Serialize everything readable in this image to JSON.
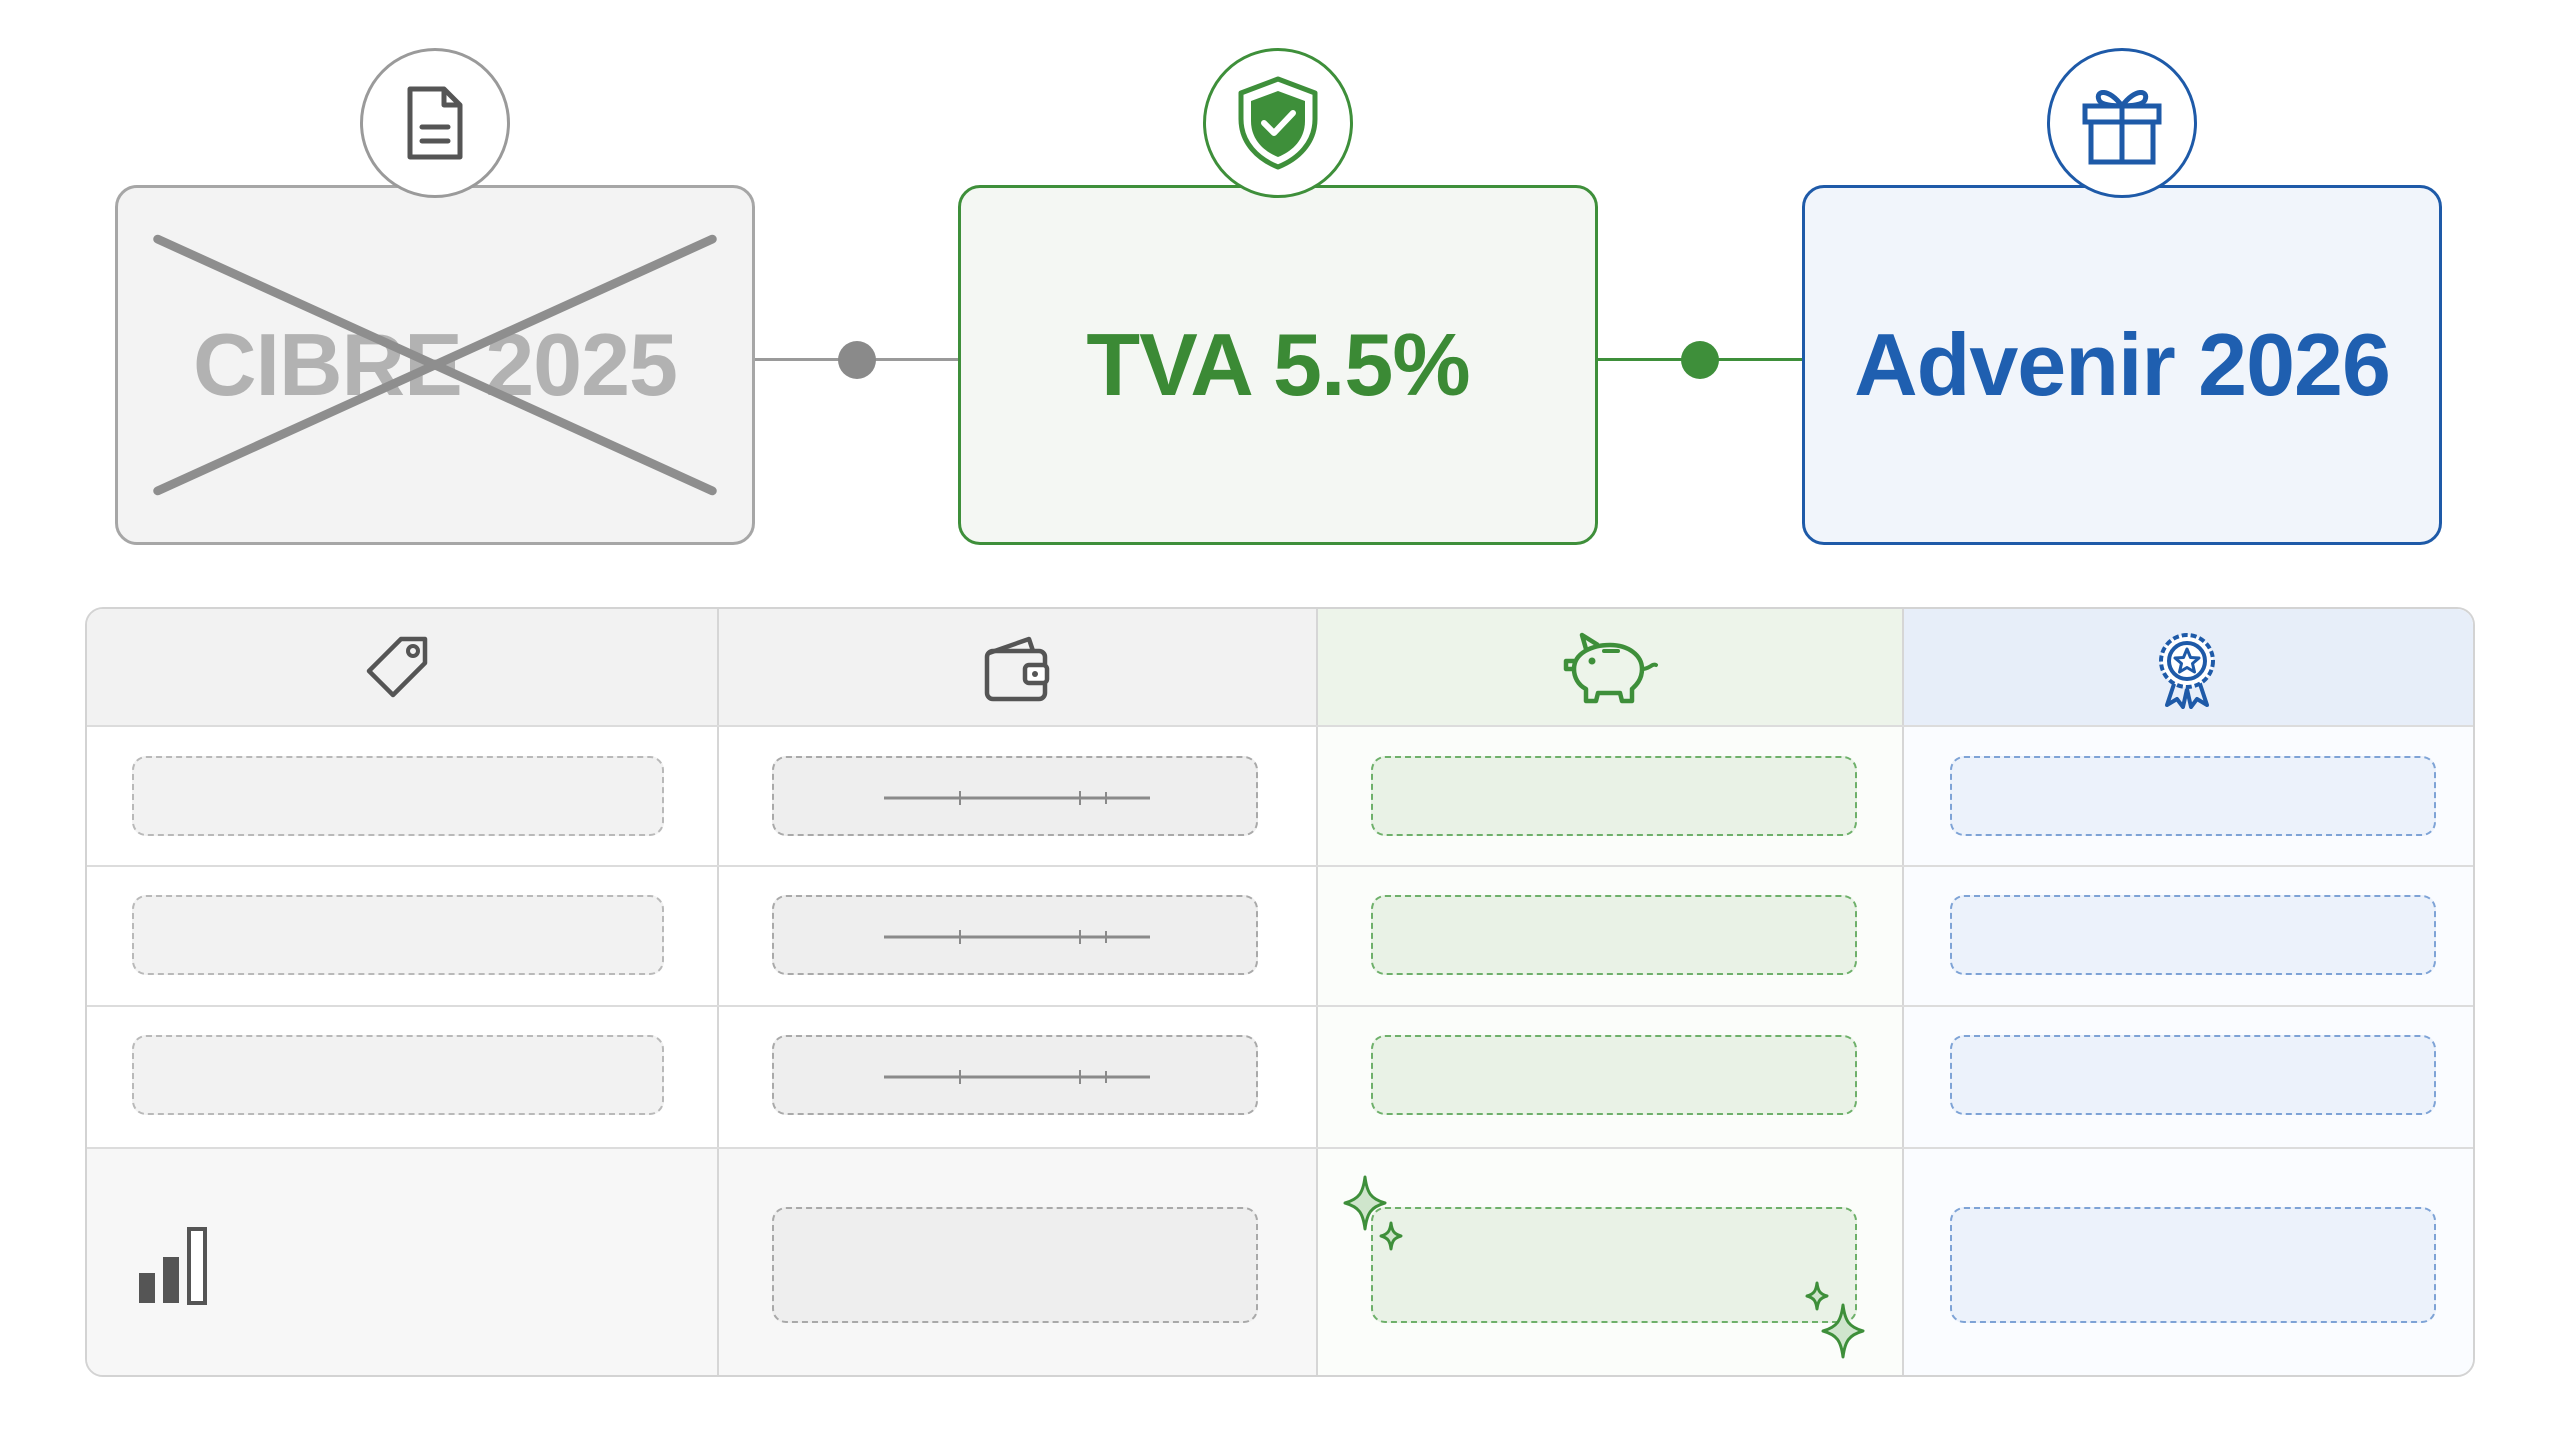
{
  "flow": {
    "steps": [
      {
        "label": "CIBRE 2025",
        "status": "crossed-out",
        "icon": "document-icon",
        "color": "#a6a6a6"
      },
      {
        "label": "TVA 5.5%",
        "status": "active",
        "icon": "shield-check-icon",
        "color": "#3e8f3a"
      },
      {
        "label": "Advenir 2026",
        "status": "upcoming",
        "icon": "gift-icon",
        "color": "#1e5aa8"
      }
    ]
  },
  "table": {
    "columns": [
      {
        "icon": "price-tag-icon",
        "color": "#555555"
      },
      {
        "icon": "wallet-icon",
        "color": "#555555"
      },
      {
        "icon": "piggy-bank-icon",
        "color": "#3e8f3a"
      },
      {
        "icon": "award-badge-icon",
        "color": "#1e5aa8"
      }
    ],
    "row_count": 3,
    "summary_row": {
      "icon": "bar-chart-icon",
      "highlighted_column": "piggy-bank-icon",
      "highlight_icon": "sparkle-icon"
    }
  }
}
